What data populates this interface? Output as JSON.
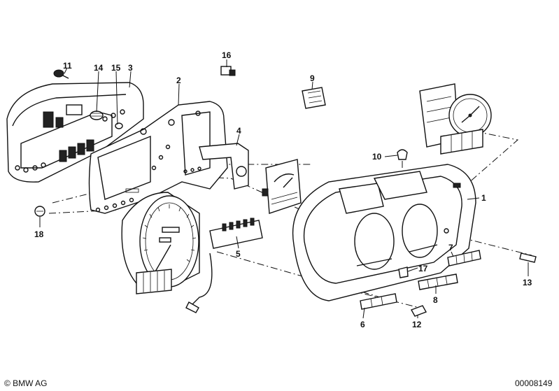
{
  "footer": {
    "copyright": "© BMW AG",
    "diagram_id": "00008149"
  },
  "callouts": [
    {
      "id": "c1",
      "label": "1"
    },
    {
      "id": "c2",
      "label": "2"
    },
    {
      "id": "c3",
      "label": "3"
    },
    {
      "id": "c4",
      "label": "4"
    },
    {
      "id": "c5",
      "label": "5"
    },
    {
      "id": "c6",
      "label": "6"
    },
    {
      "id": "c7",
      "label": "7"
    },
    {
      "id": "c8",
      "label": "8"
    },
    {
      "id": "c9",
      "label": "9"
    },
    {
      "id": "c10",
      "label": "10"
    },
    {
      "id": "c11",
      "label": "11"
    },
    {
      "id": "c12",
      "label": "12"
    },
    {
      "id": "c13",
      "label": "13"
    },
    {
      "id": "c14",
      "label": "14"
    },
    {
      "id": "c15",
      "label": "15"
    },
    {
      "id": "c16",
      "label": "16"
    },
    {
      "id": "c17",
      "label": "17"
    },
    {
      "id": "c18",
      "label": "18"
    }
  ]
}
